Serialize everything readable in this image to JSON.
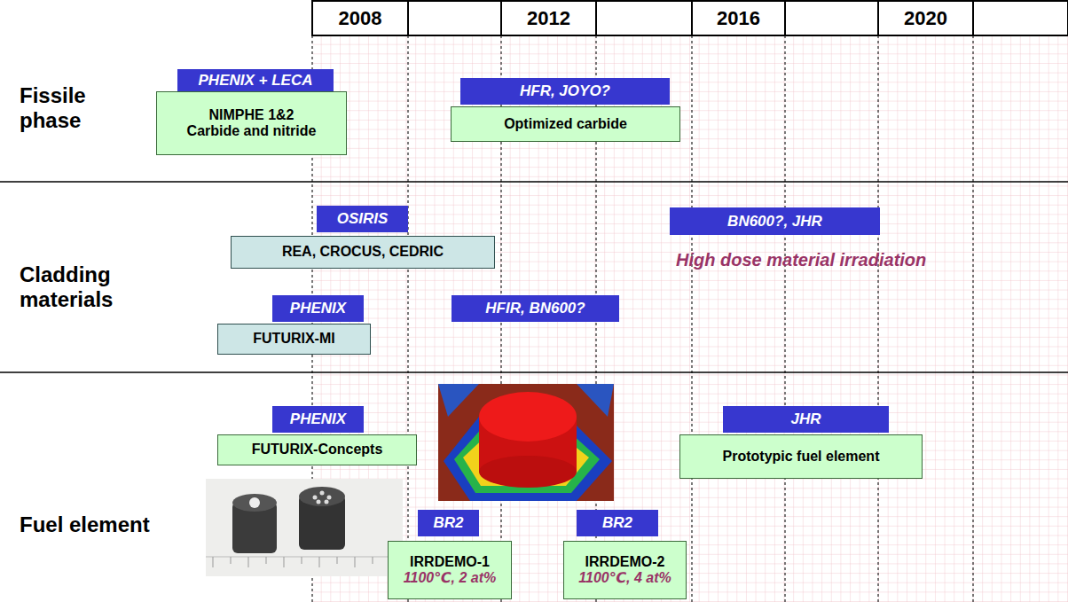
{
  "diagram": {
    "nodes": [
      {
        "text": [
          "PHENIX + LECA"
        ]
      },
      {
        "text": [
          "NIMPHE 1&2 Carbide and nitride"
        ]
      },
      {
        "text": [
          "HFR, JOYO?"
        ]
      },
      {
        "text": [
          "Optimized carbide"
        ]
      },
      {
        "text": [
          "OSIRIS"
        ]
      },
      {
        "text": [
          "REA, CROCUS, CEDRIC"
        ]
      },
      {
        "text": [
          "BN600?, JHR"
        ]
      },
      {
        "text": [
          "PHENIX"
        ]
      },
      {
        "text": [
          "FUTURIX-MI"
        ]
      },
      {
        "text": [
          "HFIR, BN600?"
        ]
      },
      {
        "text": [
          "PHENIX"
        ]
      },
      {
        "text": [
          "FUTURIX-Concepts"
        ]
      },
      {
        "text": [
          "JHR"
        ]
      },
      {
        "text": [
          "Prototypic fuel element"
        ]
      },
      {
        "text": [
          "BR2"
        ]
      },
      {
        "text": [
          "IRRDEMO-1",
          "1100℃, 2 at%"
        ]
      },
      {
        "text": [
          "BR2"
        ]
      },
      {
        "text": [
          "IRRDEMO-2",
          "1100℃, 4 at%"
        ]
      }
    ],
    "labels": [
      "2008",
      "2012",
      "2016",
      "2020",
      "Fissile phase",
      "Cladding materials",
      "Fuel element",
      "High dose material irradiation"
    ]
  }
}
